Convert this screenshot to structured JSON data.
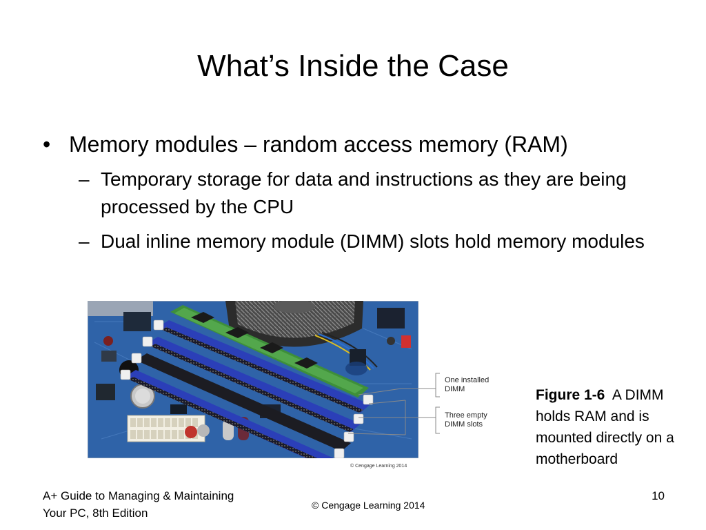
{
  "slide": {
    "title": "What’s Inside the Case",
    "bullet": {
      "marker": "•",
      "text": "Memory modules – random access memory (RAM)",
      "subitems": [
        {
          "marker": "–",
          "text": "Temporary storage for data and instructions as they are being processed by the CPU"
        },
        {
          "marker": "–",
          "text": "Dual inline memory module (DIMM) slots hold memory modules"
        }
      ]
    },
    "figure": {
      "callouts": {
        "installed": [
          "One installed",
          "DIMM"
        ],
        "empty": [
          "Three empty",
          "DIMM slots"
        ]
      },
      "credit": "© Cengage Learning 2014",
      "caption_label": "Figure 1-6",
      "caption_text": "A DIMM holds RAM and is mounted directly on a motherboard"
    },
    "footer": {
      "left_line1": "A+ Guide to Managing & Maintaining",
      "left_line2": "Your PC, 8th Edition",
      "center": "© Cengage Learning  2014",
      "page_number": "10"
    },
    "colors": {
      "board_blue": "#2f63a8",
      "slot_blue": "#2b3fb8",
      "dimm_green": "#3e8f3a"
    }
  }
}
